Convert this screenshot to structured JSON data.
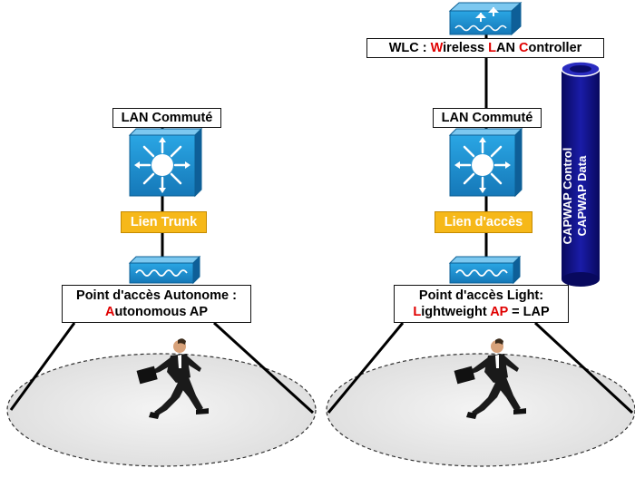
{
  "left": {
    "lan_label": "LAN Commuté",
    "link_label": "Lien Trunk",
    "ap_line1": "Point d'accès Autonome :",
    "ap_line2_first": "A",
    "ap_line2_rest": "utonomous AP"
  },
  "right": {
    "wlc_parts": {
      "p1": "WLC : ",
      "p2": "W",
      "p3": "ireless ",
      "p4": "L",
      "p5": "AN ",
      "p6": "C",
      "p7": "ontroller"
    },
    "lan_label": "LAN Commuté",
    "link_label": "Lien d'accès",
    "ap_line1": "Point d'accès Light:",
    "ap_line2_parts": {
      "p1": "L",
      "p2": "ightweight ",
      "p3": "AP",
      "p4": " = LAP"
    },
    "tunnel_line1": "CAPWAP Control",
    "tunnel_line2": "CAPWAP Data"
  },
  "colors": {
    "device_blue": "#1b8fcf",
    "link_yellow": "#f6b819",
    "tunnel_navy": "#10128a",
    "highlight_red": "#e00000"
  },
  "icons": {
    "switch": "layer3-switch-icon",
    "access_point": "access-point-icon",
    "controller": "wireless-lan-controller-icon",
    "user": "running-businessman-icon"
  }
}
